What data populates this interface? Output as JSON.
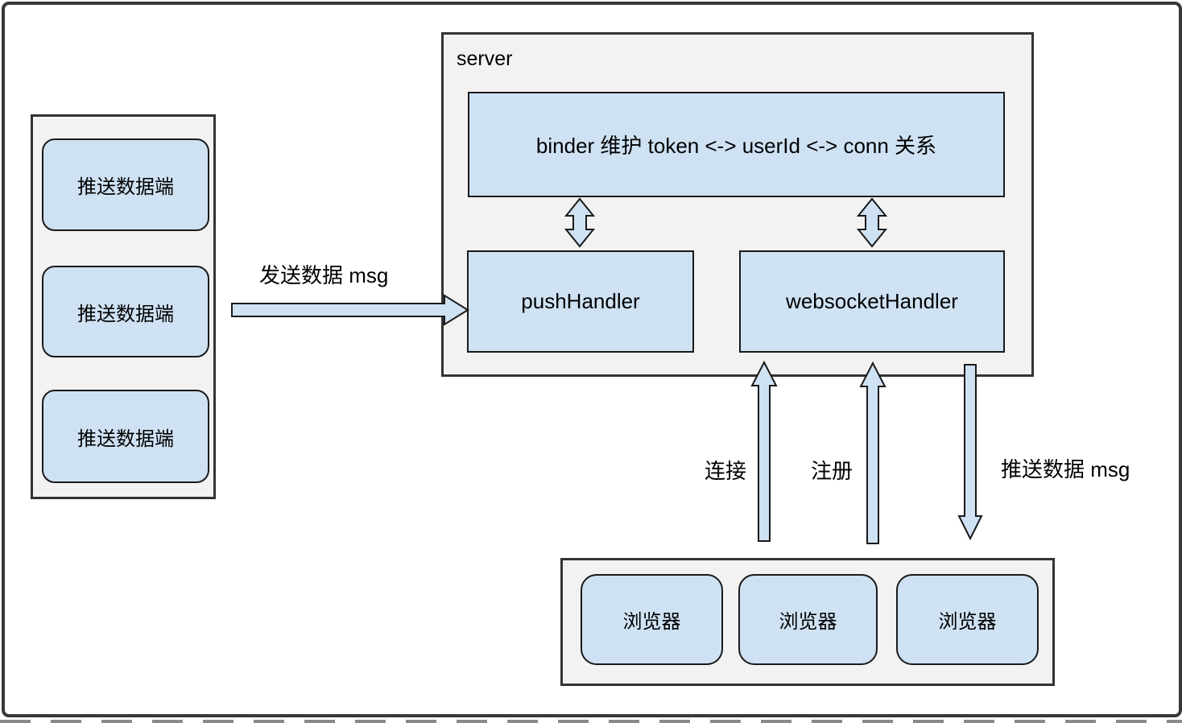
{
  "producers": {
    "items": [
      "推送数据端",
      "推送数据端",
      "推送数据端"
    ]
  },
  "server": {
    "title": "server",
    "binder_label": "binder 维护 token <-> userId <-> conn 关系",
    "push_handler_label": "pushHandler",
    "websocket_handler_label": "websocketHandler"
  },
  "browsers": {
    "items": [
      "浏览器",
      "浏览器",
      "浏览器"
    ]
  },
  "edges": {
    "send_data_label": "发送数据 msg",
    "connect_label": "连接",
    "register_label": "注册",
    "push_data_label": "推送数据 msg"
  },
  "colors": {
    "shape_fill": "#cfe2f3",
    "container_fill": "#f2f2f2",
    "shape_stroke": "#1a1a1a",
    "frame_border": "#383838"
  }
}
